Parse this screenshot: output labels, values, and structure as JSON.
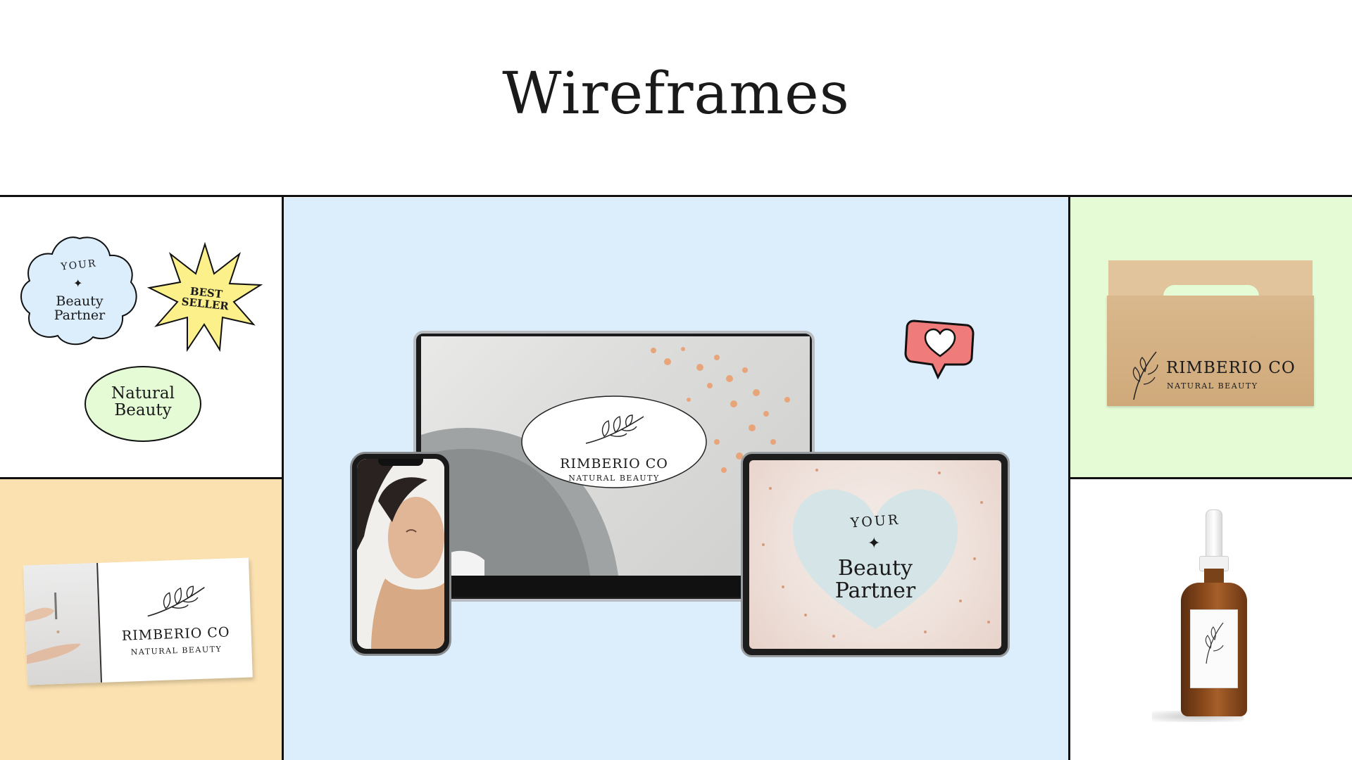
{
  "title": "Wireframes",
  "stickers": {
    "cloud": {
      "top": "YOUR",
      "line1": "Beauty",
      "line2": "Partner",
      "color": "#dcedfc"
    },
    "burst": {
      "line1": "BEST",
      "line2": "SELLER",
      "color": "#fbf08a"
    },
    "oval": {
      "line1": "Natural",
      "line2": "Beauty",
      "color": "#e4fbd6"
    }
  },
  "brand": {
    "name": "RIMBERIO CO",
    "tagline": "NATURAL BEAUTY"
  },
  "tablet": {
    "top": "YOUR",
    "line1": "Beauty",
    "line2": "Partner"
  },
  "icons": [
    "leaf-branch-icon",
    "sparkle-icon",
    "heart-icon"
  ],
  "colors": {
    "divider": "#111111",
    "panel_blue": "#dcedfc",
    "panel_green": "#e4fbd6",
    "panel_peach": "#fbe1b0",
    "heart_bubble": "#f07b7b"
  }
}
